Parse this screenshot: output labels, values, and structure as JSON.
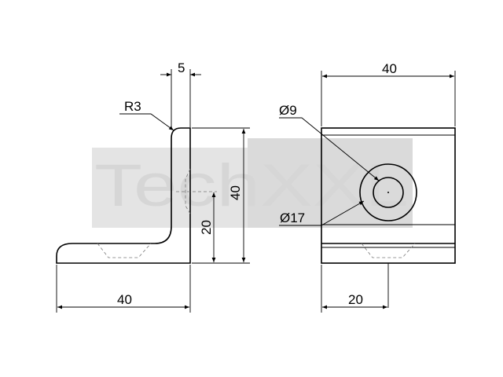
{
  "watermark": {
    "brand": "TechXXL"
  },
  "side_view": {
    "thickness_label": "5",
    "radius_label": "R3",
    "height_label": "40",
    "hole_height_label": "20",
    "width_label": "40"
  },
  "front_view": {
    "width_label": "40",
    "small_hole_label": "Ø9",
    "large_hole_label": "Ø17",
    "hole_offset_label": "20"
  },
  "colors": {
    "line": "#000000",
    "watermark": "#d6d6d6",
    "background": "#ffffff"
  }
}
